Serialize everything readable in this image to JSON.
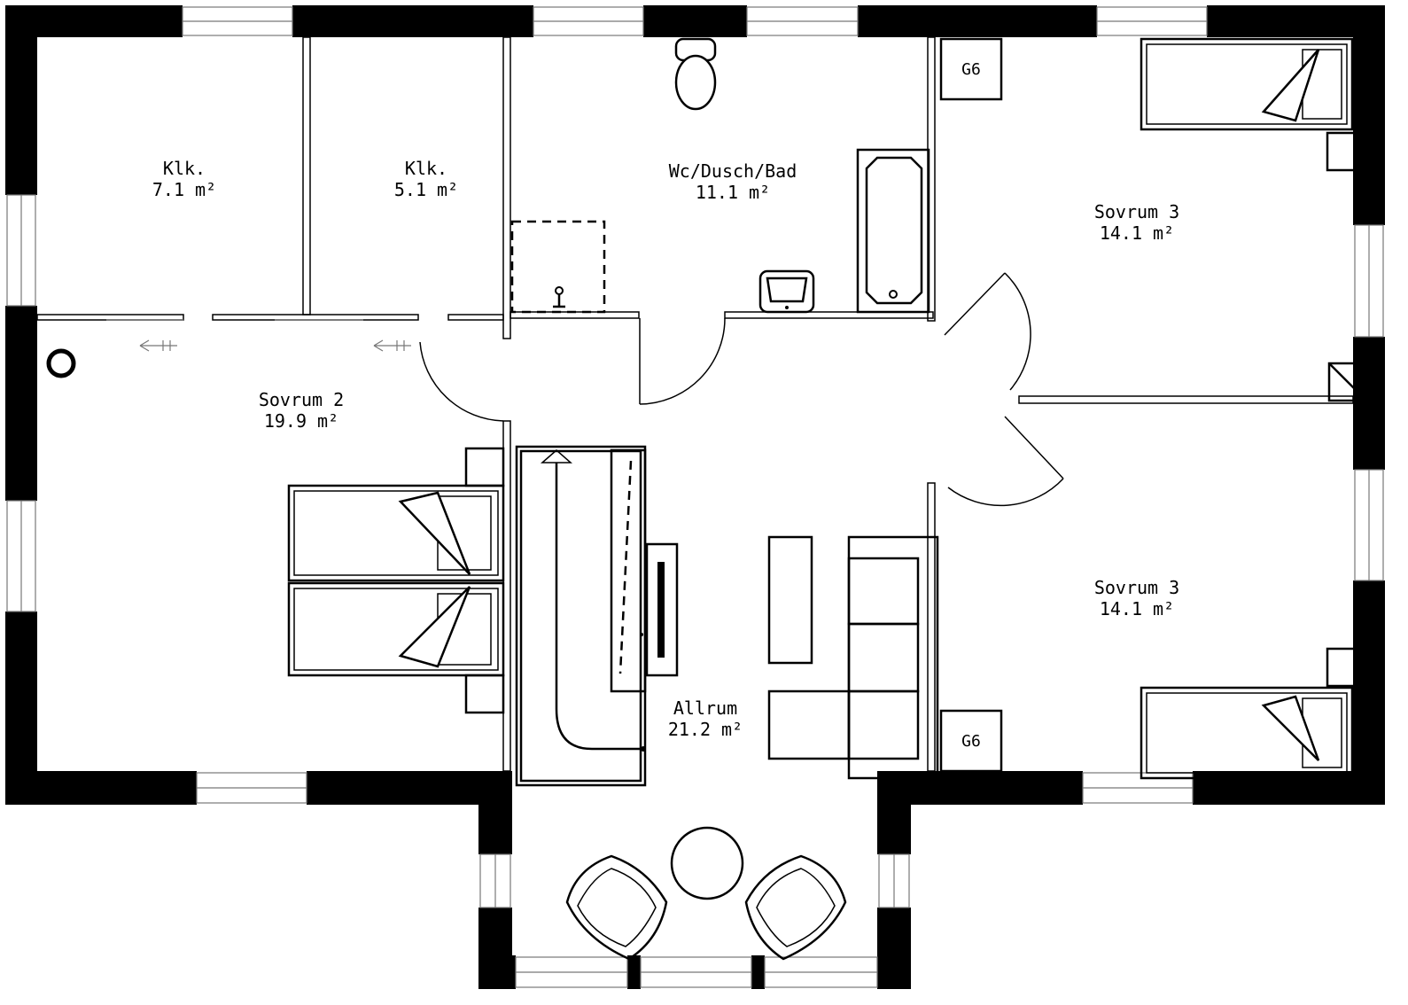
{
  "plan": {
    "rooms": [
      {
        "id": "klk-1",
        "name": "Klk.",
        "area": "7.1 m²"
      },
      {
        "id": "klk-2",
        "name": "Klk.",
        "area": "5.1 m²"
      },
      {
        "id": "bath",
        "name": "Wc/Dusch/Bad",
        "area": "11.1 m²"
      },
      {
        "id": "sovrum-3-top",
        "name": "Sovrum 3",
        "area": "14.1 m²"
      },
      {
        "id": "sovrum-2",
        "name": "Sovrum 2",
        "area": "19.9 m²"
      },
      {
        "id": "sovrum-3-bottom",
        "name": "Sovrum 3",
        "area": "14.1 m²"
      },
      {
        "id": "allrum",
        "name": "Allrum",
        "area": "21.2 m²"
      }
    ],
    "appliance_labels": {
      "g6_top": "G6",
      "g6_bottom": "G6"
    }
  }
}
